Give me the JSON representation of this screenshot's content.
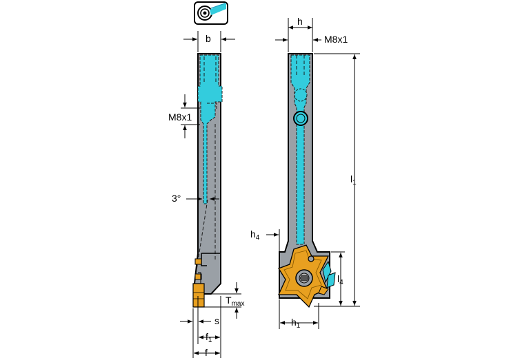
{
  "colors": {
    "body_gray": "#9aa0a6",
    "coolant_cyan": "#33ccdd",
    "insert_gold": "#e8a020",
    "line_black": "#000000",
    "dash_dark": "#1a1a1a"
  },
  "icon": {
    "name": "coolant-icon"
  },
  "labels": {
    "b": "b",
    "m8x1_left": "M8x1",
    "three_deg": "3°",
    "tmax": "T",
    "tmax_sub": "max",
    "s": "s",
    "f1": "f",
    "f1_sub": "1",
    "f": "f",
    "h": "h",
    "m8x1_right": "M8x1",
    "l1": "l",
    "l1_sub": "1",
    "h4": "h",
    "h4_sub": "4",
    "l4": "l",
    "l4_sub": "4",
    "h1": "h",
    "h1_sub": "1"
  }
}
